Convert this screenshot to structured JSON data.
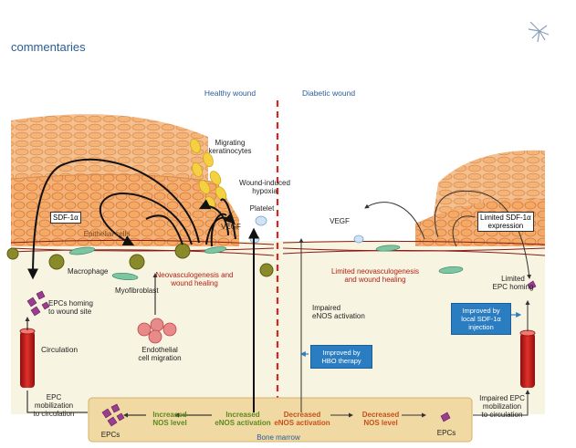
{
  "header": {
    "section": "commentaries"
  },
  "panels": {
    "left": "Healthy wound",
    "right": "Diabetic wound"
  },
  "labels": {
    "migrating_keratinocytes": "Migrating\nkeratinocytes",
    "wound_hypoxia": "Wound-induced\nhypoxia",
    "platelet": "Platelet",
    "vegf_left": "VEGF",
    "vegf_right": "VEGF",
    "sdf1a": "SDF-1α",
    "epithelial_cells": "Epithelial cells",
    "macrophage": "Macrophage",
    "myofibroblast": "Myofibroblast",
    "neovasc_left": "Neovasculogenesis and\nwound healing",
    "neovasc_right": "Limited neovasculogenesis\nand wound healing",
    "epcs_homing": "EPCs homing\nto wound site",
    "circulation": "Circulation",
    "endothelial_migration": "Endothelial\ncell migration",
    "epc_mobilization_left": "EPC\nmobilization\nto circulation",
    "limited_sdf": "Limited SDF-1α\nexpression",
    "limited_epc_homing": "Limited\nEPC homing",
    "impaired_enos": "Impaired\neNOS activation",
    "impaired_epc_mobilization": "Impaired EPC\nmobilization\nto circulation",
    "bone_marrow": "Bone marrow",
    "epcs_left": "EPCs",
    "epcs_right": "EPCs",
    "increased_nos": "Increased\nNOS level",
    "increased_enos": "Increased\neNOS activation",
    "decreased_enos": "Decreased\neNOS activation",
    "decreased_nos": "Decreased\nNOS level"
  },
  "callouts": {
    "hbo": "Improved by\nHBO therapy",
    "local_sdf": "Improved by\nlocal SDF-1α\ninjection"
  },
  "colors": {
    "accent_blue": "#2a5c98",
    "skin_orange": "#f2a25e",
    "dermis": "#f7f2dc",
    "bone_marrow": "#f0d9a2",
    "divider_red": "#d7261e",
    "callout_blue": "#2b7dc1",
    "increased_green": "#5c8a1f",
    "decreased_orange": "#c8501b"
  },
  "icons": [
    "logo-pinwheel-icon"
  ]
}
